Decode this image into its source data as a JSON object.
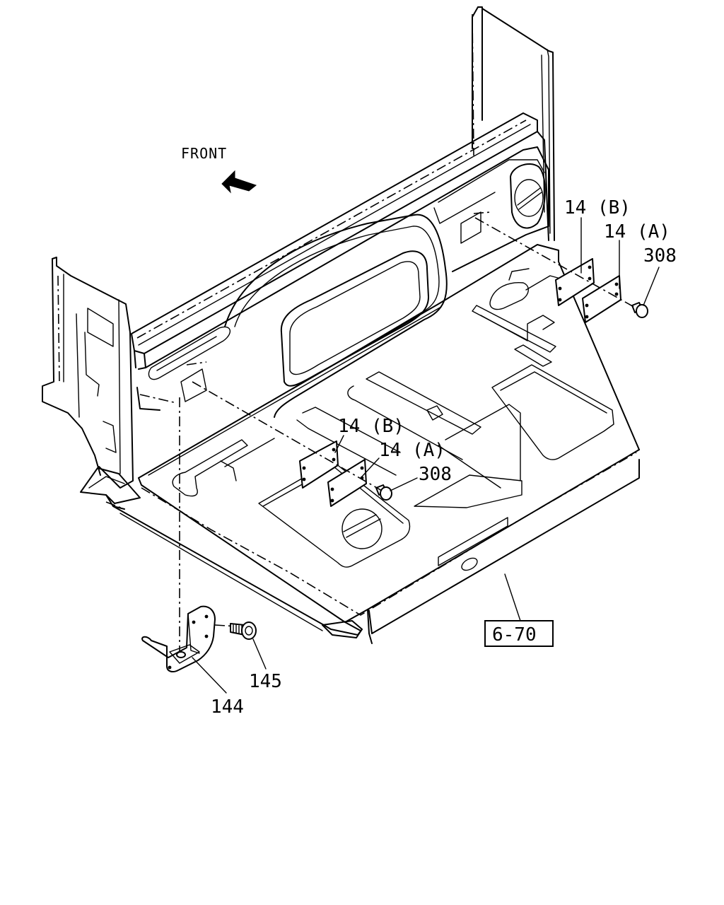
{
  "direction_label": "FRONT",
  "callouts": {
    "upper_b": "14 (B)",
    "upper_a": "14 (A)",
    "upper_bolt": "308",
    "lower_b": "14 (B)",
    "lower_a": "14 (A)",
    "lower_bolt": "308",
    "bolt_145": "145",
    "bracket_144": "144",
    "reference": "6-70"
  }
}
